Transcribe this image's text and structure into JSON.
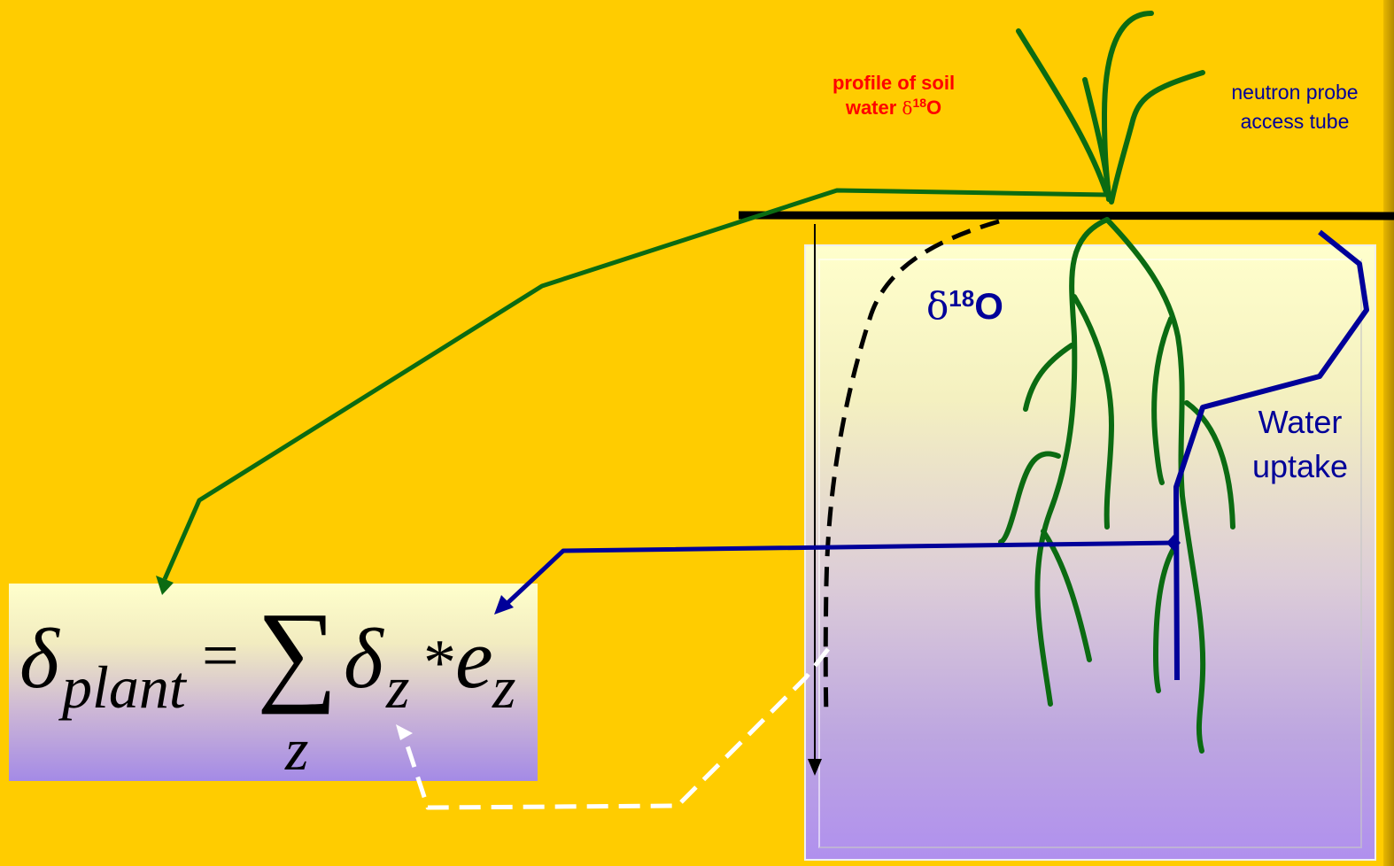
{
  "diagram": {
    "labels": {
      "profile_line1": "profile of soil",
      "profile_line2_prefix": "water ",
      "profile_delta": "δ",
      "profile_sup": "18",
      "profile_element": "O",
      "neutron_line1": "neutron probe",
      "neutron_line2": "access tube",
      "soil_delta": "δ",
      "soil_sup": "18",
      "soil_element": "O",
      "water_line1": "Water",
      "water_line2": "uptake"
    },
    "formula": {
      "delta_plant_symbol": "δ",
      "plant_subscript": "plant",
      "equals": "=",
      "sum_symbol": "∑",
      "sum_index": "z",
      "delta_z_symbol": "δ",
      "delta_z_subscript": "z",
      "times": "*",
      "e_symbol": "e",
      "e_subscript": "z"
    },
    "colors": {
      "background": "#FFCC00",
      "plant_green": "#0B6B12",
      "uptake_blue": "#000099",
      "profile_label": "#FF0000",
      "ground_line": "#000000",
      "dashed_return": "#FFFFFF"
    }
  }
}
